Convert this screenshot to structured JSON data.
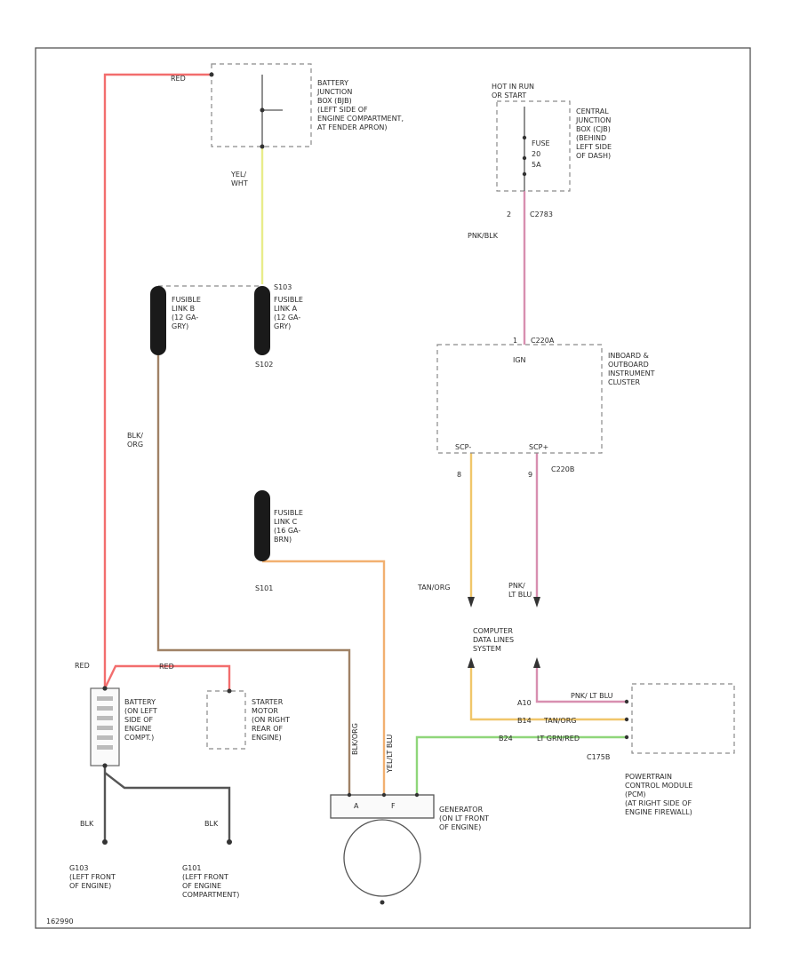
{
  "colors": {
    "red": "#f26d6d",
    "yellow": "#e8ec8a",
    "pink": "#d88fb0",
    "brown": "#a08266",
    "tan": "#f0c66a",
    "orange": "#f2b070",
    "green": "#8fd67a",
    "black": "#555555",
    "frame": "#555555"
  },
  "labels": {
    "bjb_wire": "RED",
    "bjb_title": [
      "BATTERY",
      "JUNCTION",
      "BOX (BJB)",
      "(LEFT SIDE OF",
      "ENGINE COMPARTMENT,",
      "AT FENDER APRON)"
    ],
    "yel_wht": [
      "YEL/",
      "WHT"
    ],
    "hot_run": [
      "HOT IN RUN",
      "OR START"
    ],
    "cjb_title": [
      "CENTRAL",
      "JUNCTION",
      "BOX (CJB)",
      "(BEHIND",
      "LEFT SIDE",
      "OF DASH)"
    ],
    "fuse": [
      "FUSE",
      "20",
      "5A"
    ],
    "c2783_pin": "2",
    "c2783": "C2783",
    "pnk_blk": "PNK/BLK",
    "fl_b": [
      "FUSIBLE",
      "LINK B",
      "(12 GA-",
      "GRY)"
    ],
    "s103": "S103",
    "fl_a": [
      "FUSIBLE",
      "LINK A",
      "(12 GA-",
      "GRY)"
    ],
    "s102": "S102",
    "c220a": "C220A",
    "c220a_pin": "1",
    "ign": "IGN",
    "cluster_title": [
      "INBOARD &",
      "OUTBOARD",
      "INSTRUMENT",
      "CLUSTER"
    ],
    "scp_minus": "SCP-",
    "scp_plus": "SCP+",
    "pin_left": "8",
    "pin_right": "9",
    "c220b": "C220B",
    "blk_org": [
      "BLK/",
      "ORG"
    ],
    "fl_c": [
      "FUSIBLE",
      "LINK C",
      "(16 GA-",
      "BRN)"
    ],
    "s101": "S101",
    "tan_org": "TAN/ORG",
    "pnk_ltblu": [
      "PNK/",
      "LT BLU"
    ],
    "data_lines": [
      "COMPUTER",
      "DATA LINES",
      "SYSTEM"
    ],
    "red1": "RED",
    "red2": "RED",
    "battery_title": [
      "BATTERY",
      "(ON LEFT",
      "SIDE OF",
      "ENGINE",
      "COMPT.)"
    ],
    "starter_title": [
      "STARTER",
      "MOTOR",
      "(ON RIGHT",
      "REAR OF",
      "ENGINE)"
    ],
    "gen_wire_a": "BLK/ORG",
    "gen_wire_b": "YEL/LT BLU",
    "pcm_pin1": "A10",
    "pcm_pin2": "B14",
    "pcm_pin3": "B24",
    "pcm_wire1": "PNK/ LT BLU",
    "pcm_wire2": "TAN/ORG",
    "pcm_wire3": "LT GRN/RED",
    "c175b": "C175B",
    "pcm_title": [
      "POWERTRAIN",
      "CONTROL MODULE",
      "(PCM)",
      "(AT RIGHT SIDE OF",
      "ENGINE FIREWALL)"
    ],
    "gen_term_a": "A",
    "gen_term_f": "F",
    "gen_title": [
      "GENERATOR",
      "(ON LT FRONT",
      "OF ENGINE)"
    ],
    "blk1": "BLK",
    "blk2": "BLK",
    "g103": [
      "G103",
      "(LEFT FRONT",
      "OF ENGINE)"
    ],
    "g101": [
      "G101",
      "(LEFT FRONT",
      "OF ENGINE",
      "COMPARTMENT)"
    ],
    "fig_id": "162990"
  }
}
